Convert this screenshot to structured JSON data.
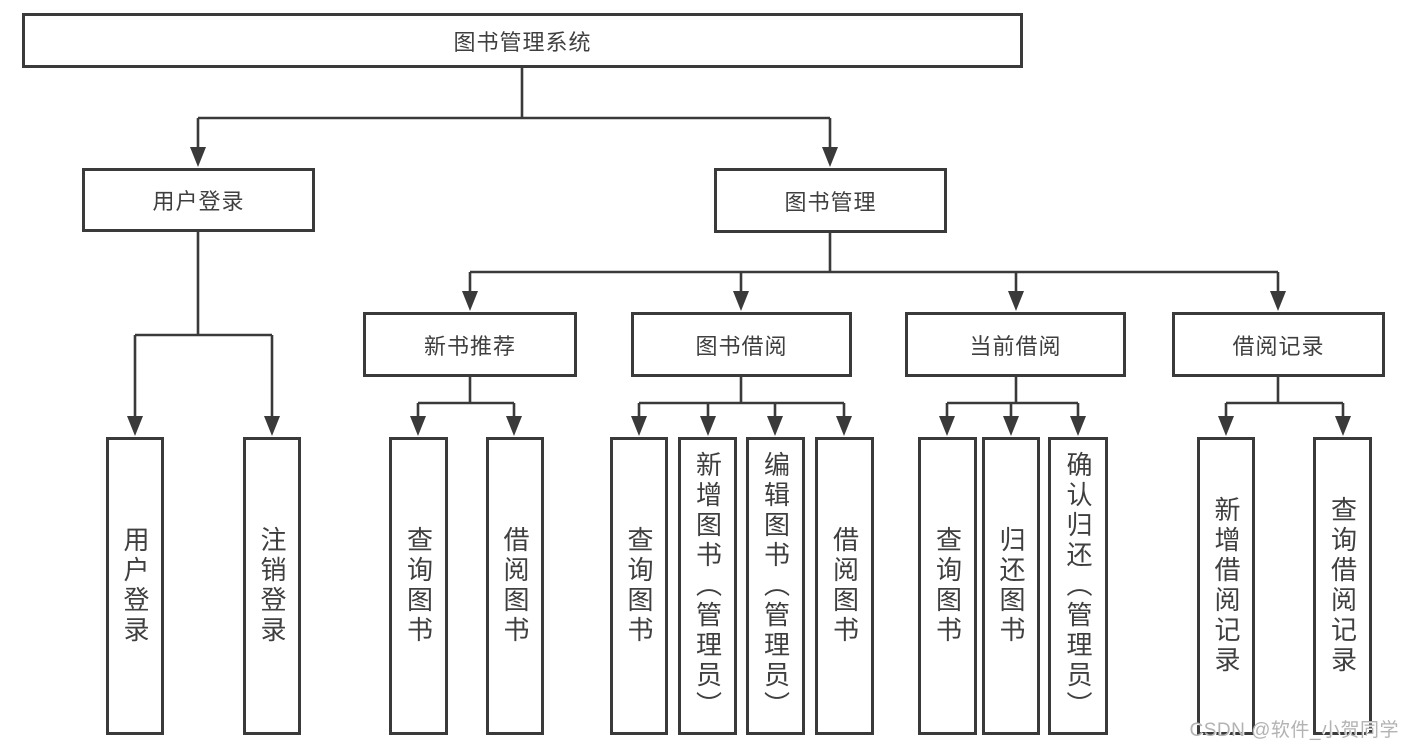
{
  "tree": {
    "root": {
      "label": "图书管理系统",
      "children": [
        {
          "label": "用户登录",
          "children": [
            {
              "label": "用户登录"
            },
            {
              "label": "注销登录"
            }
          ]
        },
        {
          "label": "图书管理",
          "children": [
            {
              "label": "新书推荐",
              "children": [
                {
                  "label": "查询图书"
                },
                {
                  "label": "借阅图书"
                }
              ]
            },
            {
              "label": "图书借阅",
              "children": [
                {
                  "label": "查询图书"
                },
                {
                  "label": "新增图书（管理员）"
                },
                {
                  "label": "编辑图书（管理员）"
                },
                {
                  "label": "借阅图书"
                }
              ]
            },
            {
              "label": "当前借阅",
              "children": [
                {
                  "label": "查询图书"
                },
                {
                  "label": "归还图书"
                },
                {
                  "label": "确认归还（管理员）"
                }
              ]
            },
            {
              "label": "借阅记录",
              "children": [
                {
                  "label": "新增借阅记录"
                },
                {
                  "label": "查询借阅记录"
                }
              ]
            }
          ]
        }
      ]
    }
  },
  "watermark": "CSDN @软件_小贺同学",
  "colors": {
    "line": "#3a3a3a",
    "text": "#3f3f3f",
    "background": "#ffffff",
    "watermark": "#b3b3b3"
  }
}
